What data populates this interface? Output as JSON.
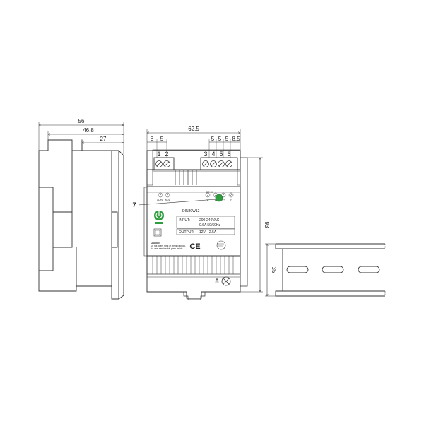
{
  "side_view": {
    "dims": {
      "width_total": "56",
      "width_mid": "46.8",
      "width_rail": "27"
    }
  },
  "front_view": {
    "dims": {
      "width": "62.5",
      "height": "93",
      "gap_left_1": "8",
      "gap_left_2": "5",
      "gap_right_1": "5",
      "gap_right_2": "5",
      "gap_right_3": "5",
      "gap_right_4": "8.5"
    },
    "terminals_top_left": [
      "1",
      "2"
    ],
    "terminals_top_right": [
      "3",
      "4",
      "5",
      "6"
    ],
    "callout_7": "7",
    "callout_8": "8",
    "term_labels_left": [
      "AC/N",
      "AC/L"
    ],
    "term_labels_right": [
      "V-",
      "V-",
      "V+",
      "V+"
    ],
    "led_label": "DC OK",
    "model": "DIN30W12",
    "input_label": "INPUT:",
    "input_line1": "200-240VAC",
    "input_line2": "0.6A  50/60Hz",
    "output_label": "OUTPUT:",
    "output_value": "12V—2.5A",
    "ce_mark": "CE",
    "caution_title": "Caution!",
    "caution_line1": "Do not open. Risk of electric shock.",
    "caution_line2": "No user serviceable parts inside."
  },
  "rail_view": {
    "dims": {
      "height": "35"
    }
  },
  "colors": {
    "led": "#2e9e3e",
    "line": "#333333"
  }
}
